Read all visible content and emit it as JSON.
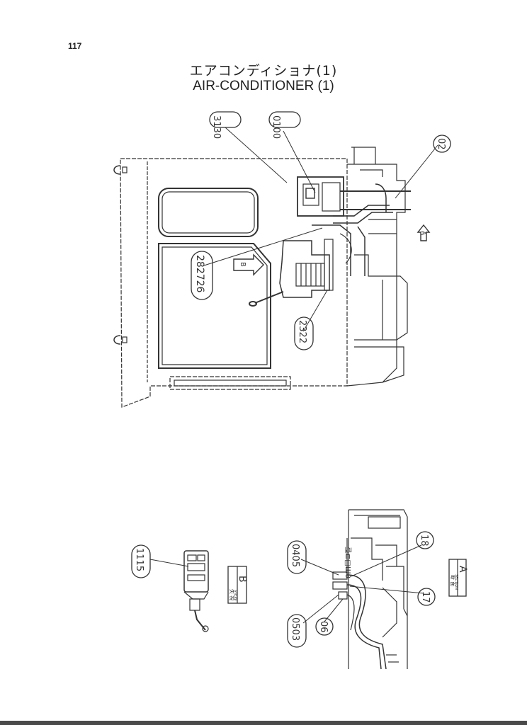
{
  "page": {
    "number": "117",
    "title_jp": "エアコンディショナ(1)",
    "title_en": "AIR-CONDITIONER (1)"
  },
  "callouts": {
    "c3130": "3130",
    "c0100": "0100",
    "c02": "02",
    "c282726": "282726",
    "c2322": "2322",
    "c1115": "1115",
    "c0405": "0405",
    "c18": "18",
    "c0503": "0503",
    "c06": "06",
    "c17": "17"
  },
  "markers": {
    "arrow_a": "A",
    "arrow_b": "B",
    "view_b": "B",
    "section_a": "A",
    "view_jp": "矢 視",
    "view_en": "VIEW",
    "section_jp": "断 面",
    "section_en": "SECTION"
  }
}
